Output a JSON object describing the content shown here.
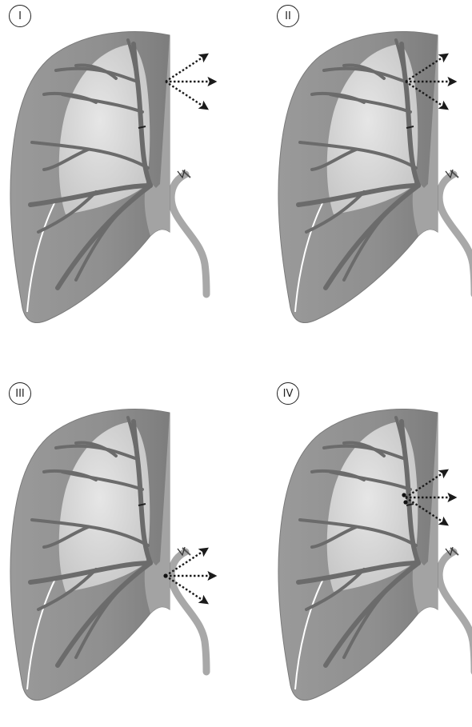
{
  "panels": [
    {
      "label": "I",
      "arrow_origin": "upper-lateral-surface"
    },
    {
      "label": "II",
      "arrow_origin": "upper-branch-junction"
    },
    {
      "label": "III",
      "arrow_origin": "ureteropelvic-junction"
    },
    {
      "label": "IV",
      "arrow_origin": "mid-branch-double-point"
    }
  ],
  "colors": {
    "kidney_outer": "#8f8f8f",
    "kidney_inner": "#c8c8c8",
    "kidney_highlight": "#e6e6e6",
    "vessel": "#6b6b6b",
    "ureter": "#a8a8a8",
    "arrow": "#1a1a1a"
  }
}
